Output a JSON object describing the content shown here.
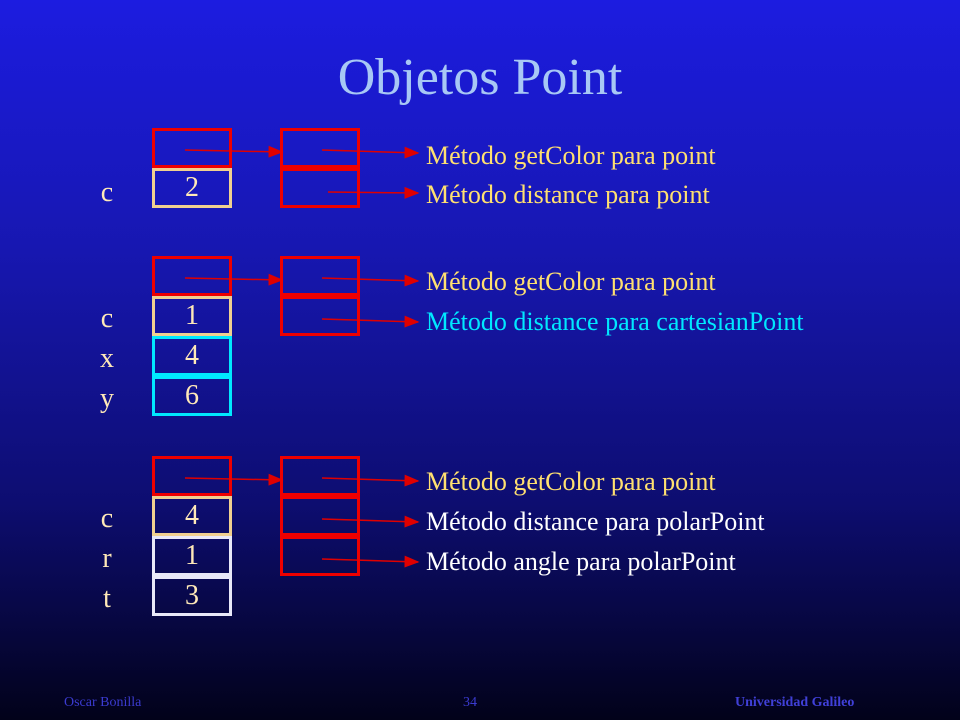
{
  "title": "Objetos Point",
  "objects": [
    {
      "fields": [
        {
          "name": "c",
          "value": "2"
        }
      ],
      "methods": [
        {
          "label": "Método getColor para point",
          "color": "#ffe070"
        },
        {
          "label": "Método distance para point",
          "color": "#ffe070"
        }
      ]
    },
    {
      "fields": [
        {
          "name": "c",
          "value": "1"
        },
        {
          "name": "x",
          "value": "4"
        },
        {
          "name": "y",
          "value": "6"
        }
      ],
      "methods": [
        {
          "label": "Método getColor para point",
          "color": "#ffe070"
        },
        {
          "label": "Método distance para cartesianPoint",
          "color": "#00e8ff"
        }
      ]
    },
    {
      "fields": [
        {
          "name": "c",
          "value": "4"
        },
        {
          "name": "r",
          "value": "1"
        },
        {
          "name": "t",
          "value": "3"
        }
      ],
      "methods": [
        {
          "label": "Método getColor para point",
          "color": "#ffe070"
        },
        {
          "label": "Método distance para polarPoint",
          "color": "#ffffff"
        },
        {
          "label": "Método angle para polarPoint",
          "color": "#ffffff"
        }
      ]
    }
  ],
  "colors": {
    "vtable_border": "#ee0000",
    "point_field_border": "#f0d090",
    "cartesian_field_border": "#00e8ff",
    "polar_field_border": "#e8e8f8",
    "arrow": "#e00000"
  },
  "footer": {
    "author": "Oscar Bonilla",
    "page": "34",
    "institution": "Universidad Galileo"
  }
}
